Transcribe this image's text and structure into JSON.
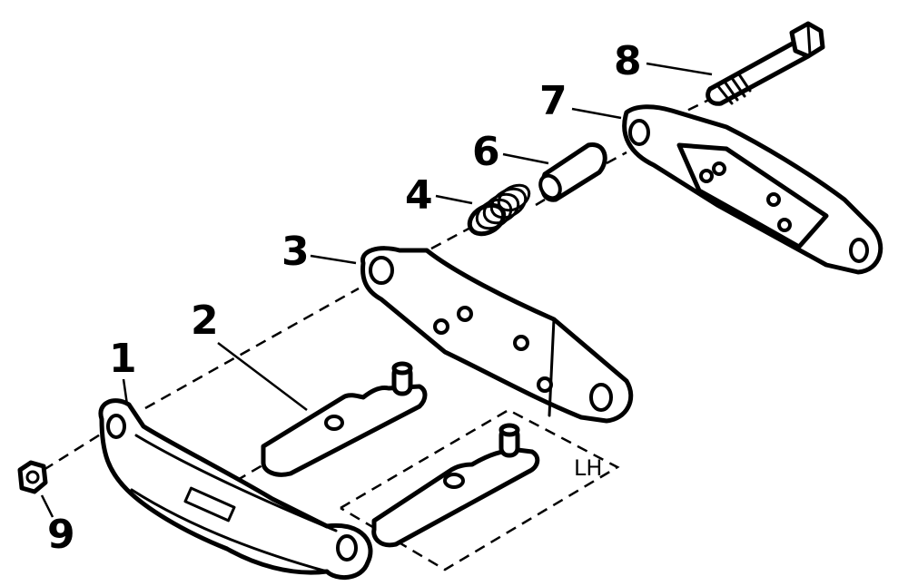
{
  "callouts": [
    {
      "id": "1",
      "label": "1"
    },
    {
      "id": "2",
      "label": "2"
    },
    {
      "id": "3",
      "label": "3"
    },
    {
      "id": "4",
      "label": "4"
    },
    {
      "id": "6",
      "label": "6"
    },
    {
      "id": "7",
      "label": "7"
    },
    {
      "id": "8",
      "label": "8"
    },
    {
      "id": "9",
      "label": "9"
    }
  ],
  "side_label": "LH"
}
